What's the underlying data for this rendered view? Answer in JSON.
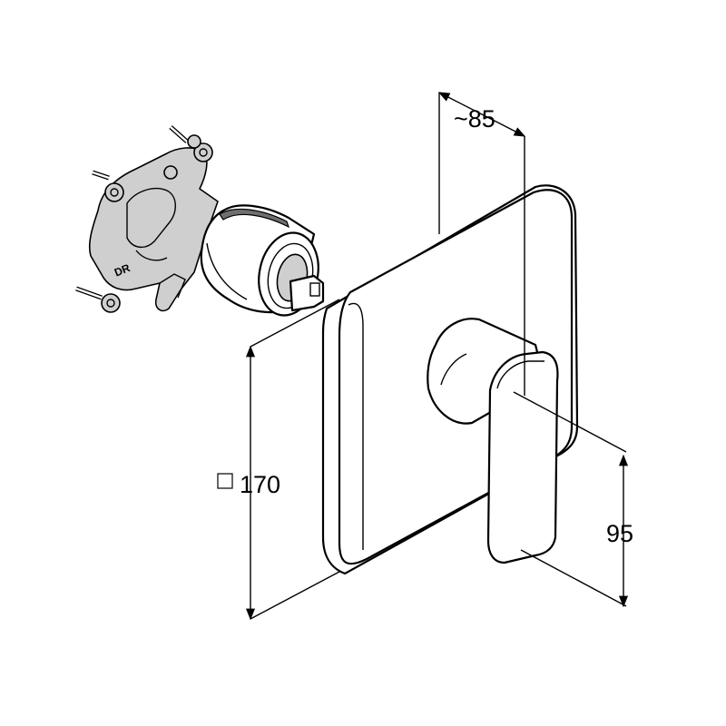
{
  "dimensions": {
    "depth_label": "~85",
    "plate_size_label": "170",
    "lever_height_label": "95"
  },
  "rough_in_marking": "DR",
  "icons": {
    "square_symbol": "square-icon"
  }
}
